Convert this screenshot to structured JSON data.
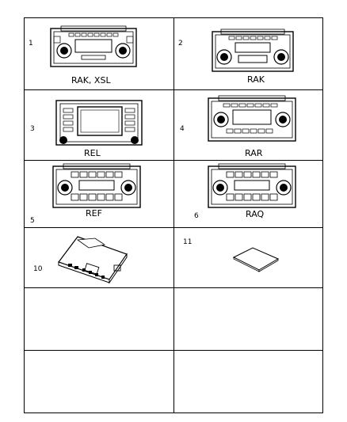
{
  "cells": [
    {
      "num": "1",
      "label": "RAK,  XSL"
    },
    {
      "num": "2",
      "label": "RAK"
    },
    {
      "num": "3",
      "label": "REL"
    },
    {
      "num": "4",
      "label": "RAR"
    },
    {
      "num": "5",
      "label": "REF"
    },
    {
      "num": "6",
      "label": "RAQ"
    },
    {
      "num": "10",
      "label": ""
    },
    {
      "num": "11",
      "label": ""
    }
  ],
  "colors": {
    "line": "#000000",
    "background": "#ffffff"
  }
}
